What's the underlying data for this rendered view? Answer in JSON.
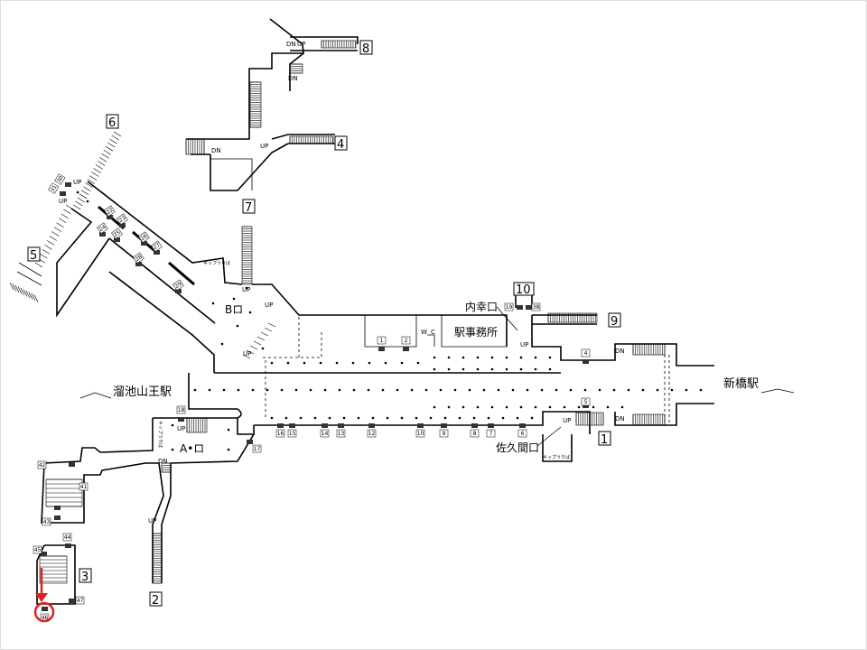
{
  "stations": {
    "left": "溜池山王駅",
    "right": "新橋駅"
  },
  "entrances": {
    "a": "A•ロ",
    "b": "Bロ",
    "uchisaiwai": "内幸口",
    "sakuma": "佐久間口"
  },
  "facilities": {
    "office": "駅事務所",
    "wc_w": "W",
    "wc_c": "C",
    "ticket": "キップうりば"
  },
  "exits": [
    "1",
    "2",
    "3",
    "4",
    "5",
    "6",
    "7",
    "8",
    "9",
    "10"
  ],
  "stairs": {
    "up": "UP",
    "dn": "DN"
  },
  "lockers_main_north": [
    "1",
    "2",
    "4",
    "5"
  ],
  "lockers_main_south": [
    "16",
    "15",
    "14",
    "13",
    "12",
    "10",
    "9",
    "8",
    "7",
    "6"
  ],
  "lockers_other": {
    "a18": "18",
    "a17": "17",
    "n19": "19",
    "n38": "38",
    "e41": "41",
    "e42": "42",
    "e43": "43",
    "e44": "44",
    "e45": "45",
    "e46": "46",
    "e47": "47",
    "w31": "31",
    "w30": "30"
  },
  "lockers_diagonal": [
    "22",
    "23",
    "24",
    "25",
    "26",
    "27",
    "28",
    "29"
  ],
  "highlight": {
    "color": "#e02020",
    "target_locker": "46"
  }
}
